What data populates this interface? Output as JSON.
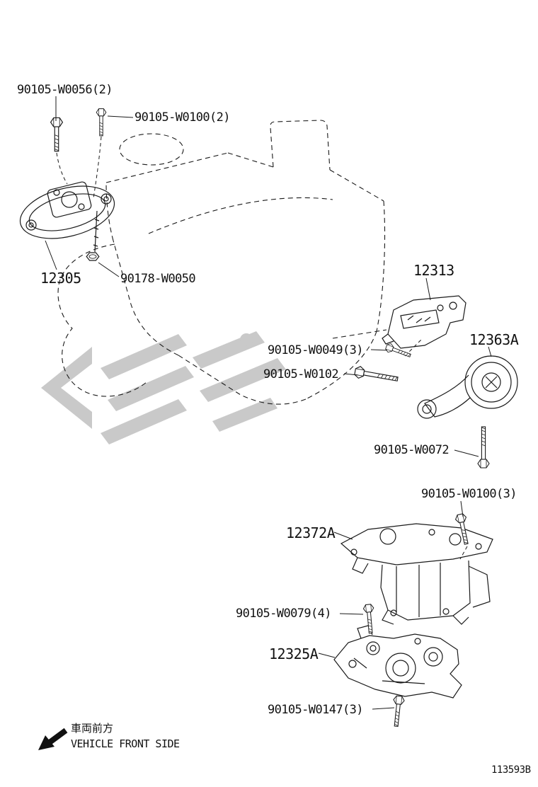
{
  "page": {
    "background_color": "#ffffff",
    "line_color": "#1a1a1a",
    "watermark_color": "#c9c9c9"
  },
  "labels": {
    "w0056": "90105-W0056(2)",
    "w0100a": "90105-W0100(2)",
    "p12305": "12305",
    "w0050": "90178-W0050",
    "p12313": "12313",
    "w0049": "90105-W0049(3)",
    "p12363a": "12363A",
    "w0102": "90105-W0102",
    "w0072": "90105-W0072",
    "w0100b": "90105-W0100(3)",
    "p12372a": "12372A",
    "w0079": "90105-W0079(4)",
    "p12325a": "12325A",
    "w0147": "90105-W0147(3)"
  },
  "footer": {
    "front_jp": "車両前方",
    "front_en": "VEHICLE FRONT SIDE",
    "drawing_number": "113593B"
  }
}
